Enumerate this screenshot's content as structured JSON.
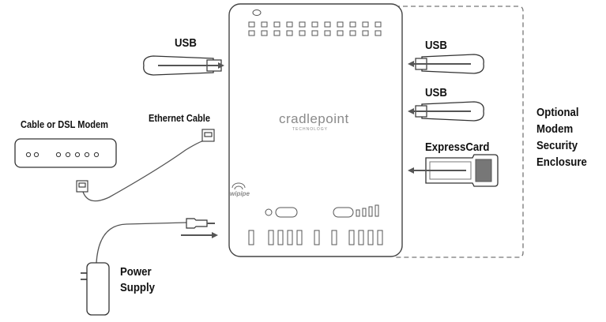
{
  "labels": {
    "usb_left": "USB",
    "usb_right_top": "USB",
    "usb_right_mid": "USB",
    "expresscard": "ExpressCard",
    "modem": "Cable or DSL Modem",
    "ethernet": "Ethernet Cable",
    "power_line1": "Power",
    "power_line2": "Supply",
    "enclosure_line1": "Optional",
    "enclosure_line2": "Modem",
    "enclosure_line3": "Security",
    "enclosure_line4": "Enclosure"
  },
  "device": {
    "brand": "cradlepoint",
    "brand_sub": "TECHNOLOGY",
    "logo": "wipipe"
  },
  "icons": [
    "usb-stick-icon",
    "expresscard-icon",
    "modem-icon",
    "rj45-plug-icon",
    "power-adapter-icon",
    "wifi-icon"
  ]
}
